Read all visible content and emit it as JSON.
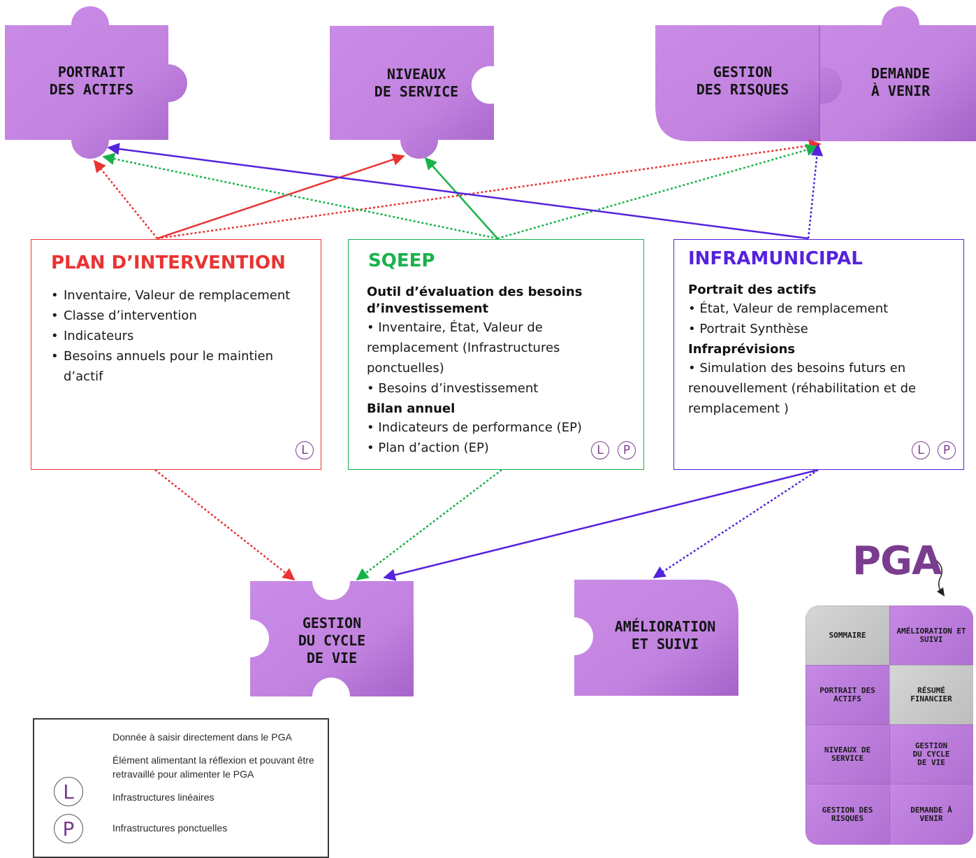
{
  "colors": {
    "puzzle": "#c689e4",
    "puzzle_dark": "#a566c8",
    "red": "#ea3333",
    "green": "#18b24a",
    "blue": "#5522dd",
    "purple_dark": "#7a3c8e"
  },
  "puzzles": {
    "portrait": [
      "PORTRAIT",
      "DES ACTIFS"
    ],
    "niveaux": [
      "NIVEAUX",
      "DE SERVICE"
    ],
    "risques": [
      "GESTION",
      "DES RISQUES"
    ],
    "demande": [
      "DEMANDE",
      "À VENIR"
    ],
    "cycle": [
      "GESTION",
      "DU CYCLE",
      "DE VIE"
    ],
    "amelioration": [
      "AMÉLIORATION",
      "ET SUIVI"
    ]
  },
  "plan": {
    "title": "PLAN D’INTERVENTION",
    "items": [
      "Inventaire, Valeur de remplacement",
      "Classe d’intervention",
      "Indicateurs",
      "Besoins annuels pour le maintien d’actif"
    ],
    "badges": [
      "L"
    ]
  },
  "sqeep": {
    "title": "SQEEP",
    "sections": [
      {
        "heading": "Outil d’évaluation des besoins d’investissement",
        "items": [
          "Inventaire, État, Valeur de remplacement (Infrastructures ponctuelles)",
          "Besoins d’investissement"
        ]
      },
      {
        "heading": "Bilan annuel",
        "items": [
          "Indicateurs de performance (EP)",
          "Plan d’action (EP)"
        ]
      }
    ],
    "badges": [
      "L",
      "P"
    ]
  },
  "infra": {
    "title": "INFRAMUNICIPAL",
    "sections": [
      {
        "heading": "Portrait des actifs",
        "items": [
          "État, Valeur de remplacement",
          "Portrait Synthèse"
        ]
      },
      {
        "heading": "Infraprévisions",
        "items": [
          "Simulation des besoins futurs en renouvellement (réhabilitation et de remplacement )"
        ]
      }
    ],
    "badges": [
      "L",
      "P"
    ]
  },
  "legend": {
    "solid": "Donnée à saisir directement dans le PGA",
    "dotted": "Élément alimentant la réflexion et pouvant être retravaillé pour alimenter le PGA",
    "l_badge": "L",
    "l_label": "Infrastructures linéaires",
    "p_badge": "P",
    "p_label": "Infrastructures ponctuelles"
  },
  "pga": {
    "title": "PGA",
    "cells": [
      {
        "label": "SOMMAIRE",
        "tone": "gray"
      },
      {
        "label": "AMÉLIORATION ET SUIVI",
        "tone": "purple"
      },
      {
        "label": "PORTRAIT DES ACTIFS",
        "tone": "purple"
      },
      {
        "label": "RÉSUMÉ FINANCIER",
        "tone": "gray"
      },
      {
        "label": "NIVEAUX DE SERVICE",
        "tone": "purple"
      },
      {
        "label": "GESTION DU CYCLE DE VIE",
        "tone": "purple"
      },
      {
        "label": "GESTION DES RISQUES",
        "tone": "purple"
      },
      {
        "label": "DEMANDE À VENIR",
        "tone": "purple"
      }
    ]
  }
}
